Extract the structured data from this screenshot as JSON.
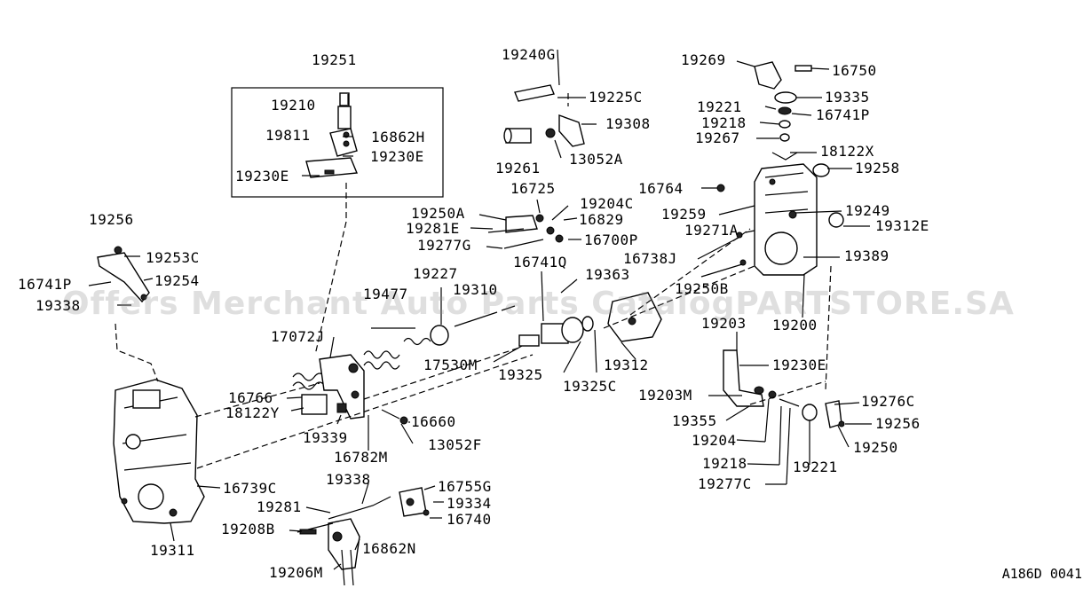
{
  "diagram": {
    "labels": [
      {
        "id": "l19251",
        "text": "19251"
      },
      {
        "id": "l19210",
        "text": "19210"
      },
      {
        "id": "l19811",
        "text": "19811"
      },
      {
        "id": "l16862H",
        "text": "16862H"
      },
      {
        "id": "l19230E_a",
        "text": "19230E"
      },
      {
        "id": "l19230E_b",
        "text": "19230E"
      },
      {
        "id": "l19256_a",
        "text": "19256"
      },
      {
        "id": "l19253C",
        "text": "19253C"
      },
      {
        "id": "l16741P_a",
        "text": "16741P"
      },
      {
        "id": "l19254",
        "text": "19254"
      },
      {
        "id": "l19338_a",
        "text": "19338"
      },
      {
        "id": "l19240G",
        "text": "19240G"
      },
      {
        "id": "l19225C",
        "text": "19225C"
      },
      {
        "id": "l19308",
        "text": "19308"
      },
      {
        "id": "l19261",
        "text": "19261"
      },
      {
        "id": "l13052A",
        "text": "13052A"
      },
      {
        "id": "l16725",
        "text": "16725"
      },
      {
        "id": "l19250A",
        "text": "19250A"
      },
      {
        "id": "l19204C",
        "text": "19204C"
      },
      {
        "id": "l19281E",
        "text": "19281E"
      },
      {
        "id": "l16829",
        "text": "16829"
      },
      {
        "id": "l19277G",
        "text": "19277G"
      },
      {
        "id": "l16700P",
        "text": "16700P"
      },
      {
        "id": "l16741Q",
        "text": "16741Q"
      },
      {
        "id": "l19363",
        "text": "19363"
      },
      {
        "id": "l19227",
        "text": "19227"
      },
      {
        "id": "l19477",
        "text": "19477"
      },
      {
        "id": "l19310",
        "text": "19310"
      },
      {
        "id": "l17072J",
        "text": "17072J"
      },
      {
        "id": "l17530M",
        "text": "17530M"
      },
      {
        "id": "l19325",
        "text": "19325"
      },
      {
        "id": "l19325C",
        "text": "19325C"
      },
      {
        "id": "l19312",
        "text": "19312"
      },
      {
        "id": "l16766",
        "text": "16766"
      },
      {
        "id": "l18122Y",
        "text": "18122Y"
      },
      {
        "id": "l16660",
        "text": "16660"
      },
      {
        "id": "l19339",
        "text": "19339"
      },
      {
        "id": "l13052F",
        "text": "13052F"
      },
      {
        "id": "l16782M",
        "text": "16782M"
      },
      {
        "id": "l16739C",
        "text": "16739C"
      },
      {
        "id": "l19338_b",
        "text": "19338"
      },
      {
        "id": "l16755G",
        "text": "16755G"
      },
      {
        "id": "l19281",
        "text": "19281"
      },
      {
        "id": "l19334",
        "text": "19334"
      },
      {
        "id": "l16740",
        "text": "16740"
      },
      {
        "id": "l19208B",
        "text": "19208B"
      },
      {
        "id": "l16862N",
        "text": "16862N"
      },
      {
        "id": "l19311",
        "text": "19311"
      },
      {
        "id": "l19206M",
        "text": "19206M"
      },
      {
        "id": "l19269",
        "text": "19269"
      },
      {
        "id": "l16750",
        "text": "16750"
      },
      {
        "id": "l19221_a",
        "text": "19221"
      },
      {
        "id": "l19335",
        "text": "19335"
      },
      {
        "id": "l19218_a",
        "text": "19218"
      },
      {
        "id": "l16741P_b",
        "text": "16741P"
      },
      {
        "id": "l19267",
        "text": "19267"
      },
      {
        "id": "l18122X",
        "text": "18122X"
      },
      {
        "id": "l19258",
        "text": "19258"
      },
      {
        "id": "l16764",
        "text": "16764"
      },
      {
        "id": "l19259",
        "text": "19259"
      },
      {
        "id": "l19249",
        "text": "19249"
      },
      {
        "id": "l19271A",
        "text": "19271A"
      },
      {
        "id": "l19312E",
        "text": "19312E"
      },
      {
        "id": "l16738J",
        "text": "16738J"
      },
      {
        "id": "l19389",
        "text": "19389"
      },
      {
        "id": "l19250B",
        "text": "19250B"
      },
      {
        "id": "l19203",
        "text": "19203"
      },
      {
        "id": "l19200",
        "text": "19200"
      },
      {
        "id": "l19203M",
        "text": "19203M"
      },
      {
        "id": "l19230E_c",
        "text": "19230E"
      },
      {
        "id": "l19276C",
        "text": "19276C"
      },
      {
        "id": "l19355",
        "text": "19355"
      },
      {
        "id": "l19256_b",
        "text": "19256"
      },
      {
        "id": "l19204",
        "text": "19204"
      },
      {
        "id": "l19250",
        "text": "19250"
      },
      {
        "id": "l19218_b",
        "text": "19218"
      },
      {
        "id": "l19221_b",
        "text": "19221"
      },
      {
        "id": "l19277C",
        "text": "19277C"
      }
    ],
    "watermark": "Offers Merchant Auto Parts CatalogPARTSTORE.SA",
    "drawing_code": "A186D 0041"
  }
}
